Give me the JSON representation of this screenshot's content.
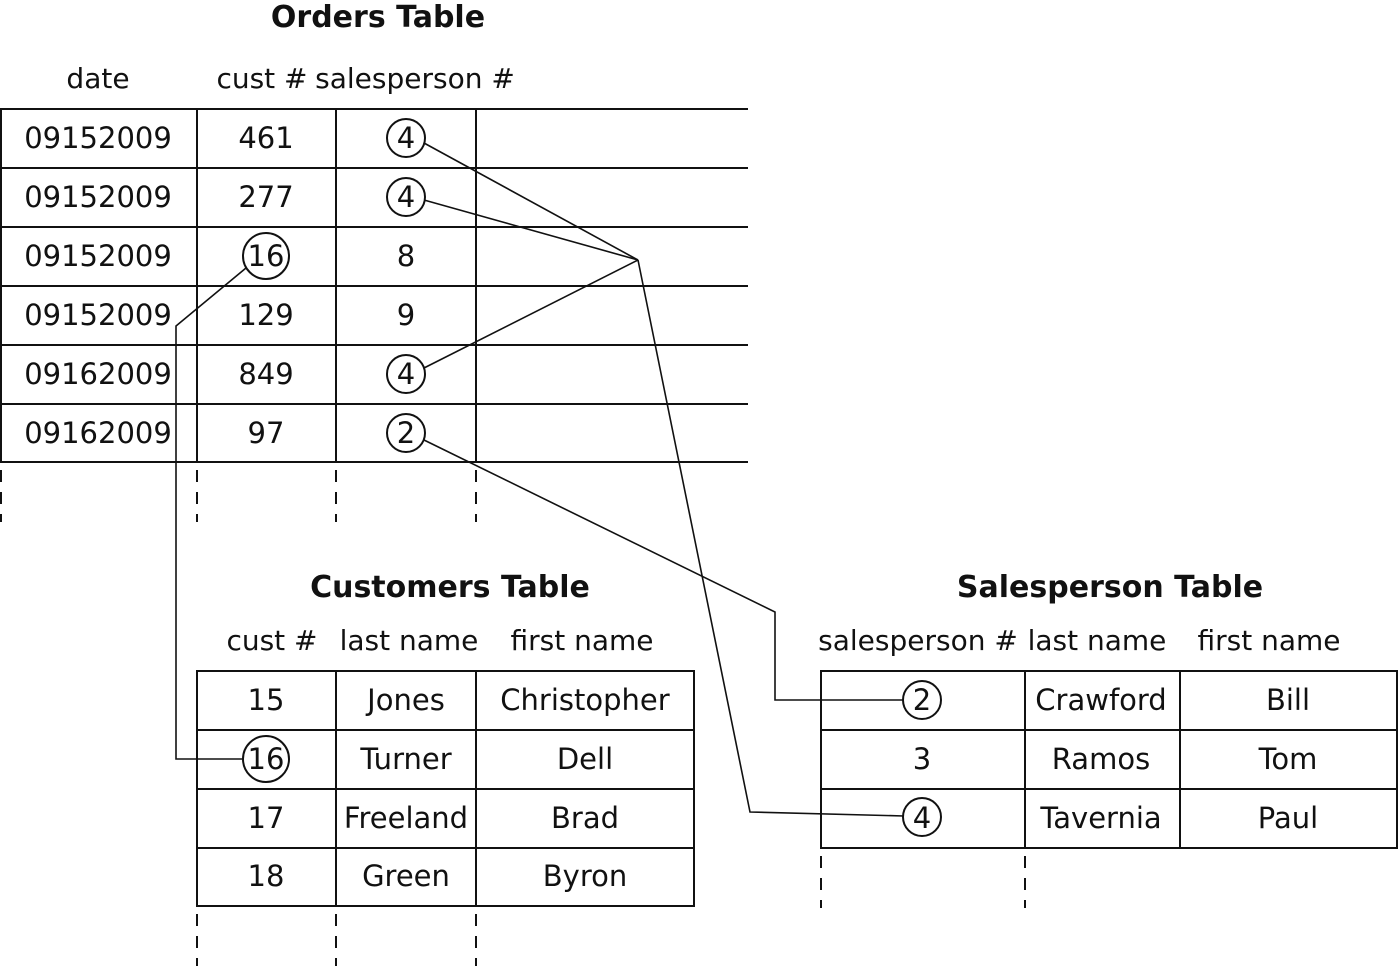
{
  "orders": {
    "title": "Orders Table",
    "headers": [
      "date",
      "cust #",
      "salesperson #"
    ],
    "rows": [
      [
        "09152009",
        "461",
        "4"
      ],
      [
        "09152009",
        "277",
        "4"
      ],
      [
        "09152009",
        "16",
        "8"
      ],
      [
        "09152009",
        "129",
        "9"
      ],
      [
        "09162009",
        "849",
        "4"
      ],
      [
        "09162009",
        "97",
        "2"
      ]
    ]
  },
  "customers": {
    "title": "Customers Table",
    "headers": [
      "cust #",
      "last name",
      "first name"
    ],
    "rows": [
      [
        "15",
        "Jones",
        "Christopher"
      ],
      [
        "16",
        "Turner",
        "Dell"
      ],
      [
        "17",
        "Freeland",
        "Brad"
      ],
      [
        "18",
        "Green",
        "Byron"
      ]
    ]
  },
  "salesperson": {
    "title": "Salesperson Table",
    "headers": [
      "salesperson #",
      "last name",
      "first name"
    ],
    "rows": [
      [
        "2",
        "Crawford",
        "Bill"
      ],
      [
        "3",
        "Ramos",
        "Tom"
      ],
      [
        "4",
        "Tavernia",
        "Paul"
      ]
    ]
  }
}
